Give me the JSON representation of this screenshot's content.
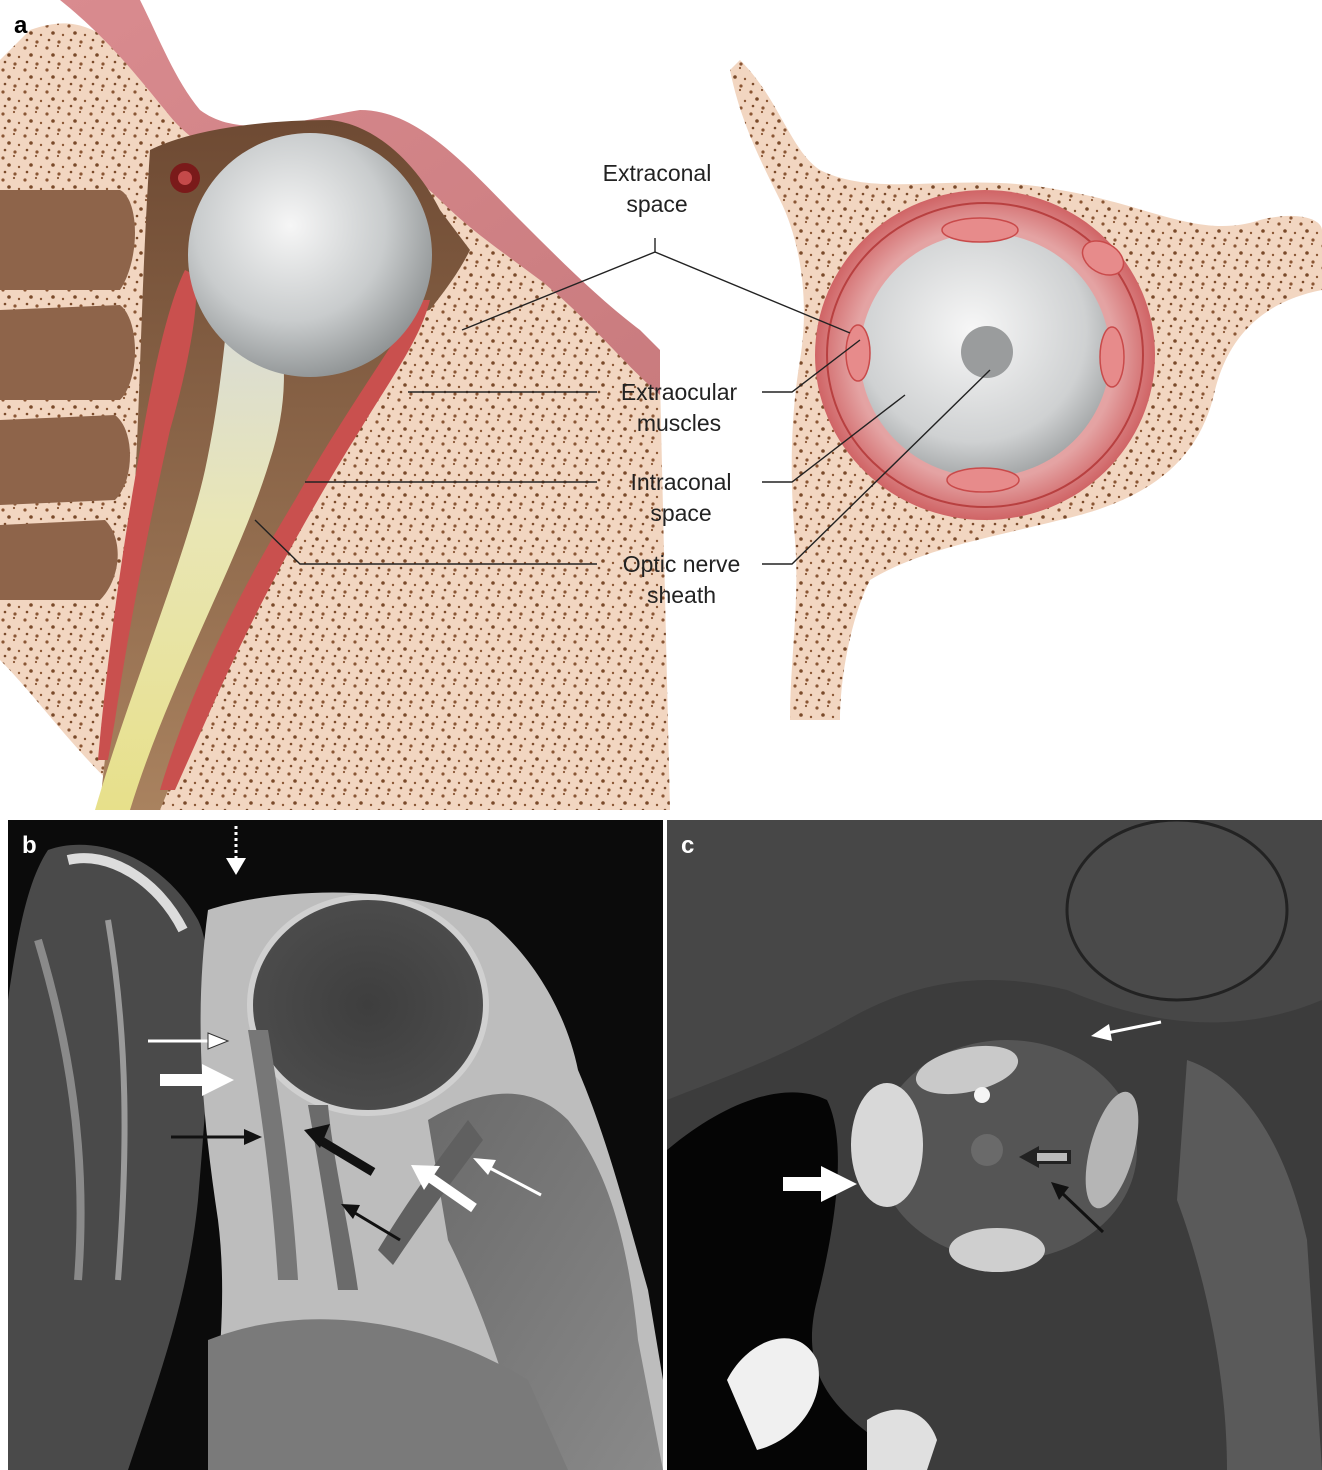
{
  "panels": {
    "a": {
      "letter": "a"
    },
    "b": {
      "letter": "b"
    },
    "c": {
      "letter": "c"
    }
  },
  "labels": {
    "extraconal": [
      "Extraconal",
      "space"
    ],
    "extraocular": [
      "Extraocular",
      "muscles"
    ],
    "intraconal": [
      "Intraconal",
      "space"
    ],
    "optic": [
      "Optic nerve",
      "sheath"
    ]
  },
  "colors": {
    "bone": "#f0d2bc",
    "bone_dot": "#7a4a2a",
    "soft_tissue": "#7a5138",
    "muscle": "#c9504e",
    "globe": "#cfd2d3",
    "nerve": "#e9e4a4",
    "periorbita": "#d9868a"
  }
}
